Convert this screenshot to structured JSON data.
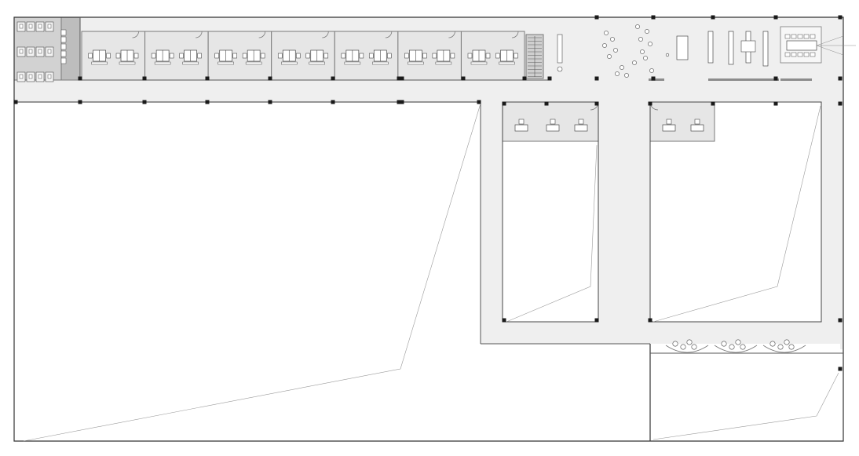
{
  "plan": {
    "palette": {
      "background": "#ffffff",
      "corridor": "#efefef",
      "room_fill": "#e6e6e6",
      "service_fill": "#bdbdbd",
      "wall": "#7a7a7a",
      "column": "#1a1a1a",
      "furniture_stroke": "#4a4a4a",
      "diagonal": "#9a9a9a"
    },
    "office_wing": {
      "room_count": 7,
      "desk_clusters_per_room": 2
    },
    "restroom_block": {
      "stall_rows": 3,
      "stalls_per_row": 4
    },
    "lounge": {
      "round_table_clusters": 2
    },
    "exhibit_pods": {
      "count": 3
    },
    "meeting_room": {
      "seats_per_side": 5
    }
  }
}
